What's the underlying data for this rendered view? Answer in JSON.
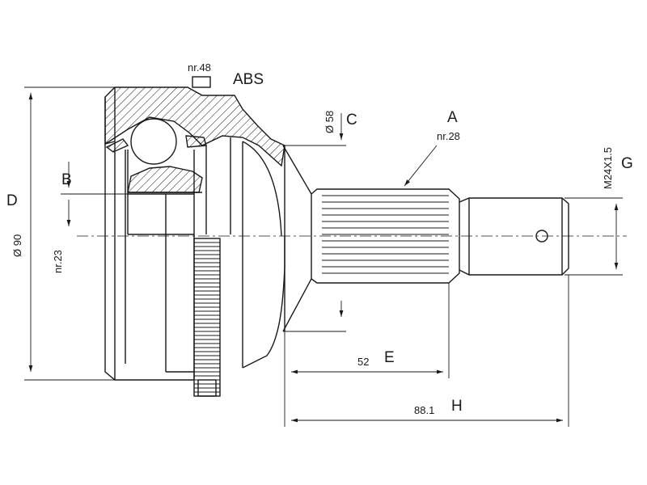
{
  "labels": {
    "abs": "ABS",
    "abs_teeth": "nr.48",
    "a": "A",
    "a_spline": "nr.28",
    "b": "B",
    "b_spline": "nr.23",
    "c": "C",
    "c_dim": "Ø 58",
    "d": "D",
    "d_dim": "Ø 90",
    "e": "E",
    "e_dim": "52",
    "g": "G",
    "g_thread": "M24X1.5",
    "h": "H",
    "h_dim": "88.1"
  },
  "colors": {
    "line": "#1a1a1a",
    "background": "#ffffff"
  }
}
